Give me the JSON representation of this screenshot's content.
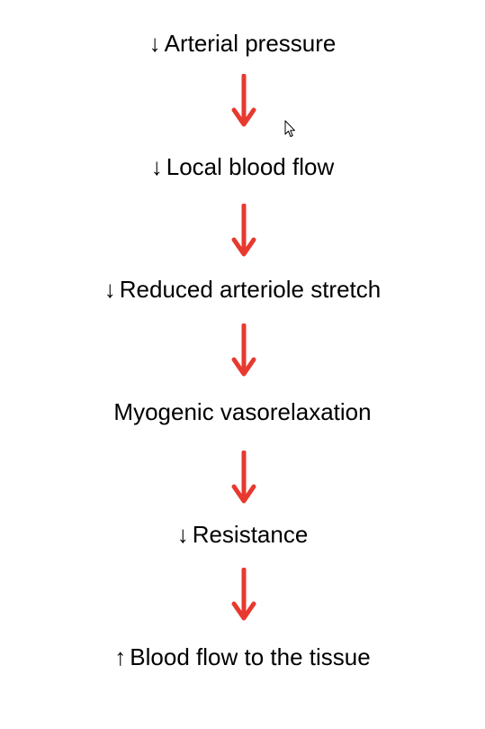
{
  "colors": {
    "text": "#000000",
    "arrow": "#e8392f",
    "background": "#ffffff"
  },
  "steps": [
    {
      "symbol": "↓",
      "text": "Arterial pressure"
    },
    {
      "symbol": "↓",
      "text": "Local blood flow"
    },
    {
      "symbol": "↓",
      "text": "Reduced arteriole stretch"
    },
    {
      "symbol": "",
      "text": "Myogenic vasorelaxation"
    },
    {
      "symbol": "↓",
      "text": "Resistance"
    },
    {
      "symbol": "↑",
      "text": "Blood flow to the tissue"
    }
  ],
  "cursor_icon": "mouse-pointer-icon"
}
